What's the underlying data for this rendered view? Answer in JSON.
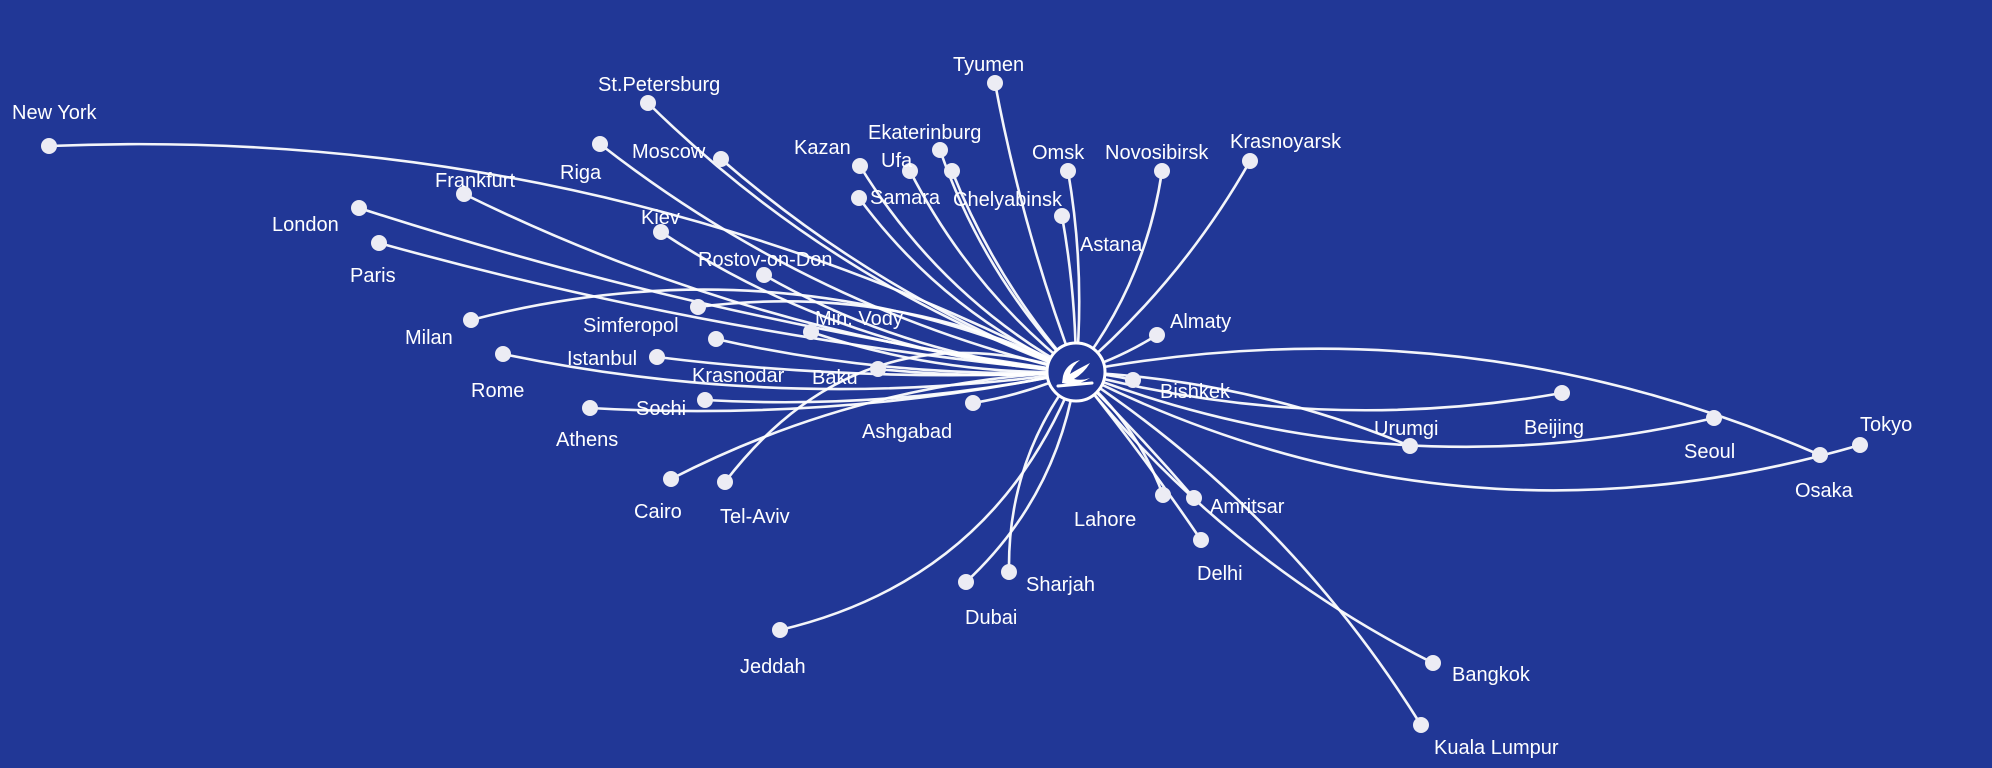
{
  "map": {
    "hub": {
      "logo": "bird-logo-icon"
    },
    "colors": {
      "background": "#213796",
      "route": "#ffffff",
      "dot": "#ececf4"
    },
    "cities": [
      {
        "name": "New York"
      },
      {
        "name": "St.Petersburg"
      },
      {
        "name": "Riga"
      },
      {
        "name": "Moscow"
      },
      {
        "name": "Tyumen"
      },
      {
        "name": "Kazan"
      },
      {
        "name": "Ekaterinburg"
      },
      {
        "name": "Ufa"
      },
      {
        "name": "Samara"
      },
      {
        "name": "Chelyabinsk"
      },
      {
        "name": "Omsk"
      },
      {
        "name": "Novosibirsk"
      },
      {
        "name": "Krasnoyarsk"
      },
      {
        "name": "Astana"
      },
      {
        "name": "Frankfurt"
      },
      {
        "name": "London"
      },
      {
        "name": "Paris"
      },
      {
        "name": "Kiev"
      },
      {
        "name": "Rostov-on-Don"
      },
      {
        "name": "Milan"
      },
      {
        "name": "Simferopol"
      },
      {
        "name": "Min. Vody"
      },
      {
        "name": "Istanbul"
      },
      {
        "name": "Rome"
      },
      {
        "name": "Krasnodar"
      },
      {
        "name": "Baku"
      },
      {
        "name": "Sochi"
      },
      {
        "name": "Athens"
      },
      {
        "name": "Ashgabad"
      },
      {
        "name": "Cairo"
      },
      {
        "name": "Tel-Aviv"
      },
      {
        "name": "Jeddah"
      },
      {
        "name": "Dubai"
      },
      {
        "name": "Sharjah"
      },
      {
        "name": "Lahore"
      },
      {
        "name": "Delhi"
      },
      {
        "name": "Amritsar"
      },
      {
        "name": "Bangkok"
      },
      {
        "name": "Kuala Lumpur"
      },
      {
        "name": "Almaty"
      },
      {
        "name": "Bishkek"
      },
      {
        "name": "Urumgi"
      },
      {
        "name": "Beijing"
      },
      {
        "name": "Seoul"
      },
      {
        "name": "Osaka"
      },
      {
        "name": "Tokyo"
      }
    ]
  }
}
